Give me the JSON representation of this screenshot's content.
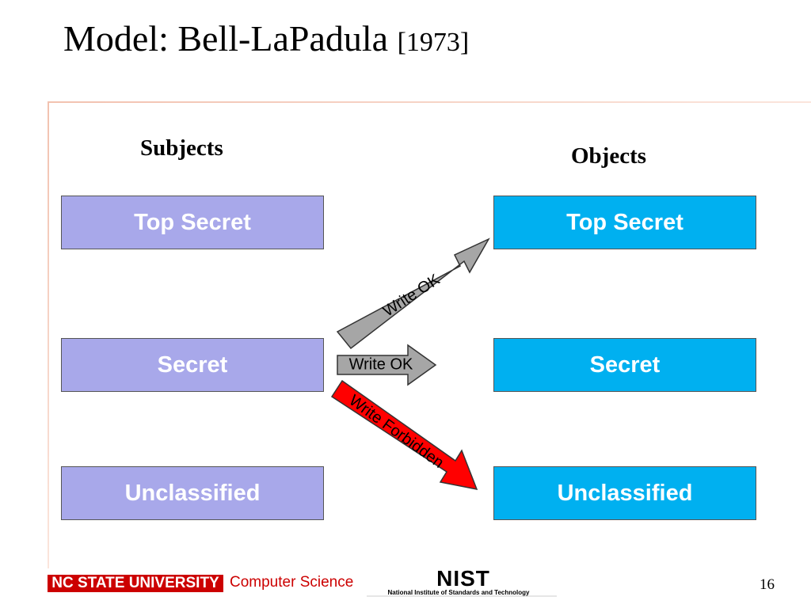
{
  "title": {
    "main": "Model: Bell-LaPadula",
    "year": "[1973]"
  },
  "subjects": {
    "heading": "Subjects",
    "levels": [
      "Top Secret",
      "Secret",
      "Unclassified"
    ],
    "color": "#a8a8ea"
  },
  "objects": {
    "heading": "Objects",
    "levels": [
      "Top Secret",
      "Secret",
      "Unclassified"
    ],
    "color": "#00b0f0"
  },
  "arrows": {
    "write_up": {
      "label": "Write OK",
      "color": "#a6a6a6"
    },
    "write_same": {
      "label": "Write OK",
      "color": "#a6a6a6"
    },
    "write_down": {
      "label": "Write Forbidden",
      "color": "#ff0000"
    }
  },
  "footer": {
    "university": "NC STATE UNIVERSITY",
    "department": "Computer Science",
    "nist_logo_text": "NIST",
    "nist_caption": "National Institute of Standards and Technology",
    "page_number": "16"
  }
}
